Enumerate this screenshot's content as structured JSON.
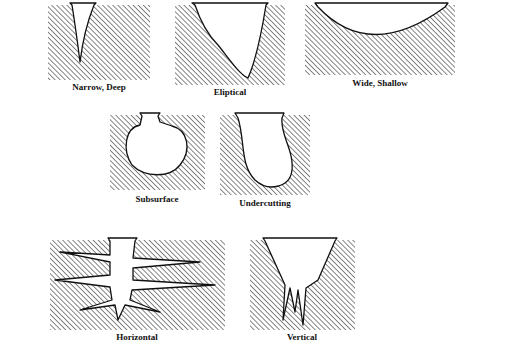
{
  "diagram": {
    "labels": [
      "Narrow, Deep",
      "Eliptical",
      "Wide, Shallow",
      "Subsurface",
      "Undercutting",
      "Horizontal",
      "Vertical"
    ]
  }
}
